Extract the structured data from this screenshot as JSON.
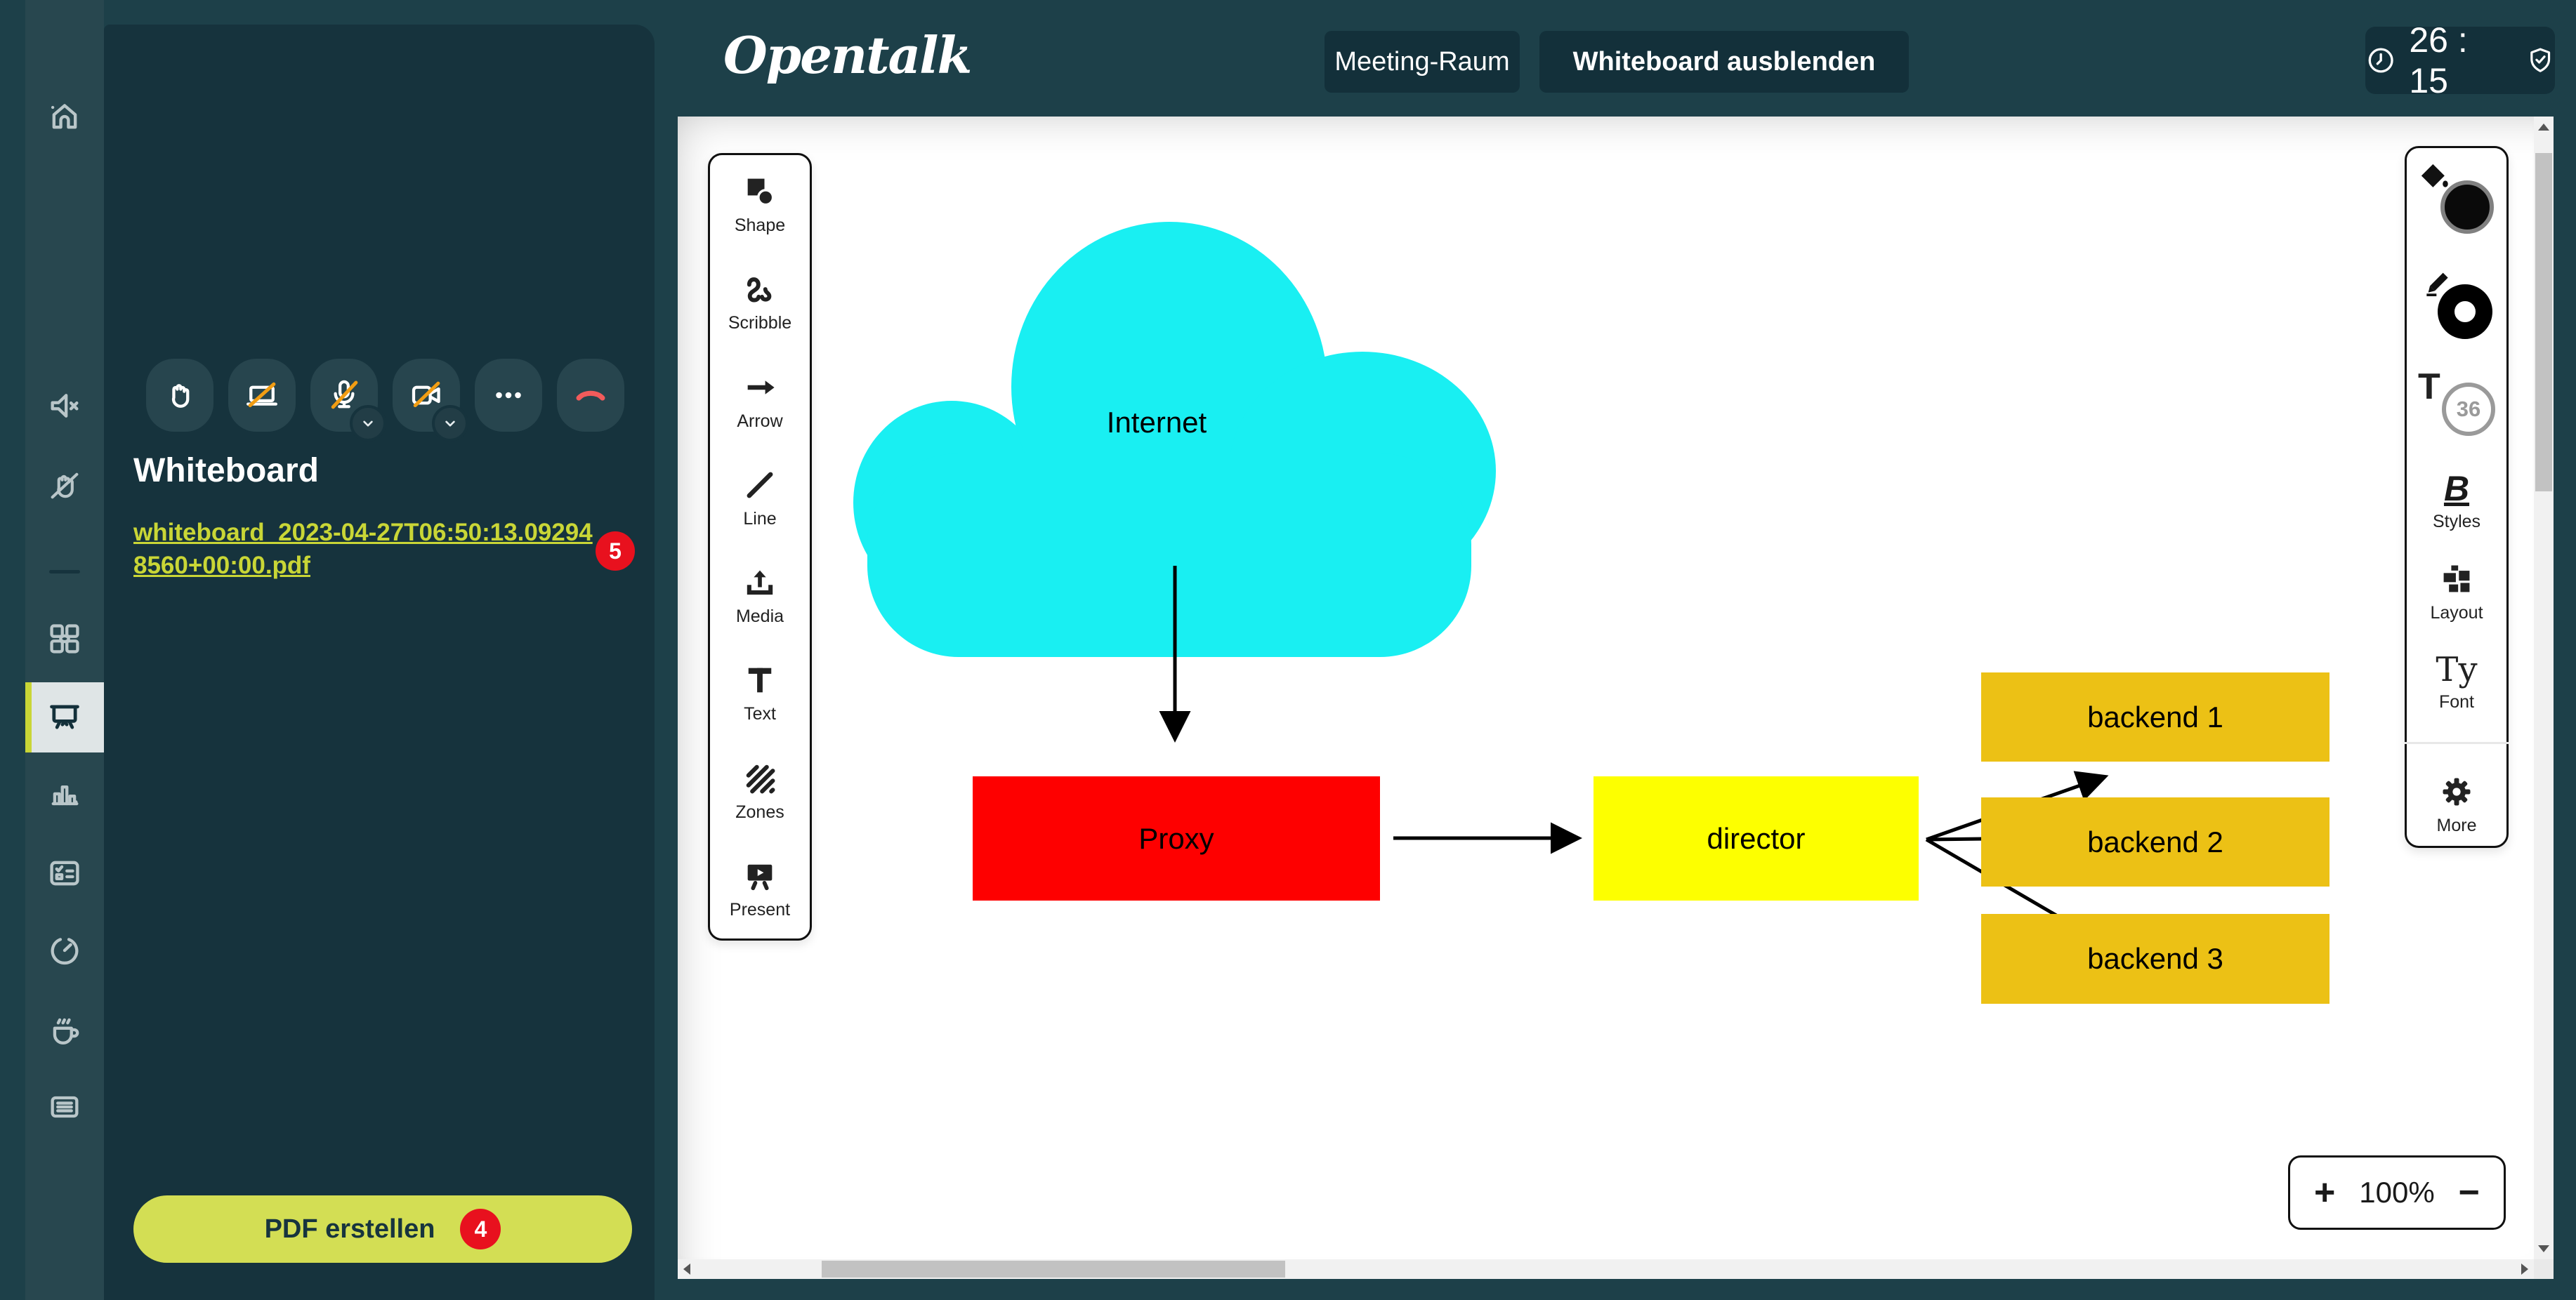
{
  "topbar": {
    "logo": "Opentalk",
    "meeting_room_label": "Meeting-Raum",
    "hide_whiteboard_label": "Whiteboard ausblenden",
    "timer_value": "26 : 15",
    "icons": [
      "clock-icon",
      "shield-check-icon"
    ]
  },
  "sidebar": {
    "icons": [
      "home-icon",
      "speaker-muted-icon",
      "hand-lowered-icon",
      "grid-view-icon",
      "whiteboard-icon",
      "poll-icon",
      "ballot-icon",
      "timer-icon",
      "coffee-break-icon",
      "protocol-icon"
    ],
    "active_item": "whiteboard",
    "accent_color": "#c9d636"
  },
  "panel": {
    "title": "Whiteboard",
    "file_link": "whiteboard_2023-04-27T06:50:13.092948560+00:00.pdf",
    "file_badge": "5",
    "pdf_button_label": "PDF erstellen",
    "pdf_badge": "4",
    "controls": [
      "raise-hand",
      "screen-share-off",
      "microphone-off",
      "camera-off",
      "more-options",
      "end-call"
    ],
    "badge_color": "#e8111e",
    "button_color": "#d3de54"
  },
  "whiteboard": {
    "tools": [
      {
        "label": "Shape"
      },
      {
        "label": "Scribble"
      },
      {
        "label": "Arrow"
      },
      {
        "label": "Line"
      },
      {
        "label": "Media"
      },
      {
        "label": "Text"
      },
      {
        "label": "Zones"
      },
      {
        "label": "Present"
      }
    ],
    "style_tools": {
      "text_size": "36",
      "styles_label": "Styles",
      "layout_label": "Layout",
      "font_label": "Font",
      "more_label": "More"
    },
    "zoom": {
      "plus": "+",
      "value": "100%",
      "minus": "−"
    },
    "colors": {
      "cloud": "#19EFF2",
      "proxy": "#FE0000",
      "director": "#FDFF00",
      "backend": "#ECC115"
    },
    "diagram": {
      "internet": "Internet",
      "proxy": "Proxy",
      "director": "director",
      "backend1": "backend 1",
      "backend2": "backend 2",
      "backend3": "backend 3"
    }
  }
}
